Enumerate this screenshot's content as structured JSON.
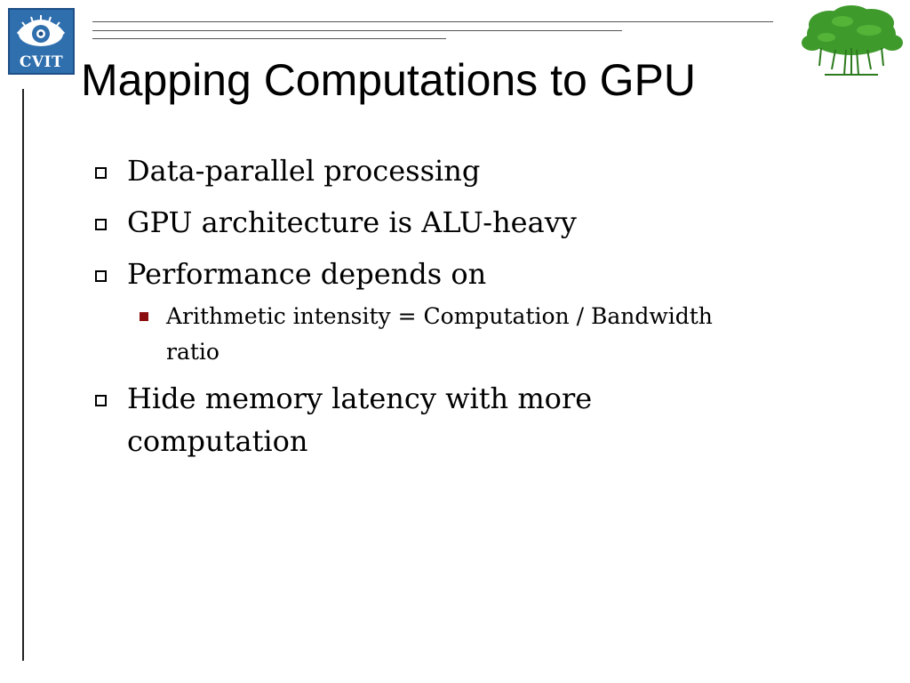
{
  "logo": {
    "text": "CVIT"
  },
  "slide": {
    "title": "Mapping Computations to GPU",
    "bullets": [
      {
        "text": "Data-parallel processing"
      },
      {
        "text": "GPU architecture is ALU-heavy"
      },
      {
        "text": "Performance depends on"
      },
      {
        "text": "Hide memory latency with more computation"
      }
    ],
    "subbullets": [
      {
        "text": "Arithmetic intensity = Computation / Bandwidth ratio"
      }
    ]
  },
  "colors": {
    "logo_bg": "#2f6fae",
    "subbullet_marker": "#8b0d0d",
    "tree_green": "#3f9a2c"
  },
  "icons": {
    "logo": "cvit-eye-logo",
    "tree": "banyan-tree-icon",
    "bullet": "hollow-square-bullet",
    "subbullet": "filled-square-bullet"
  }
}
